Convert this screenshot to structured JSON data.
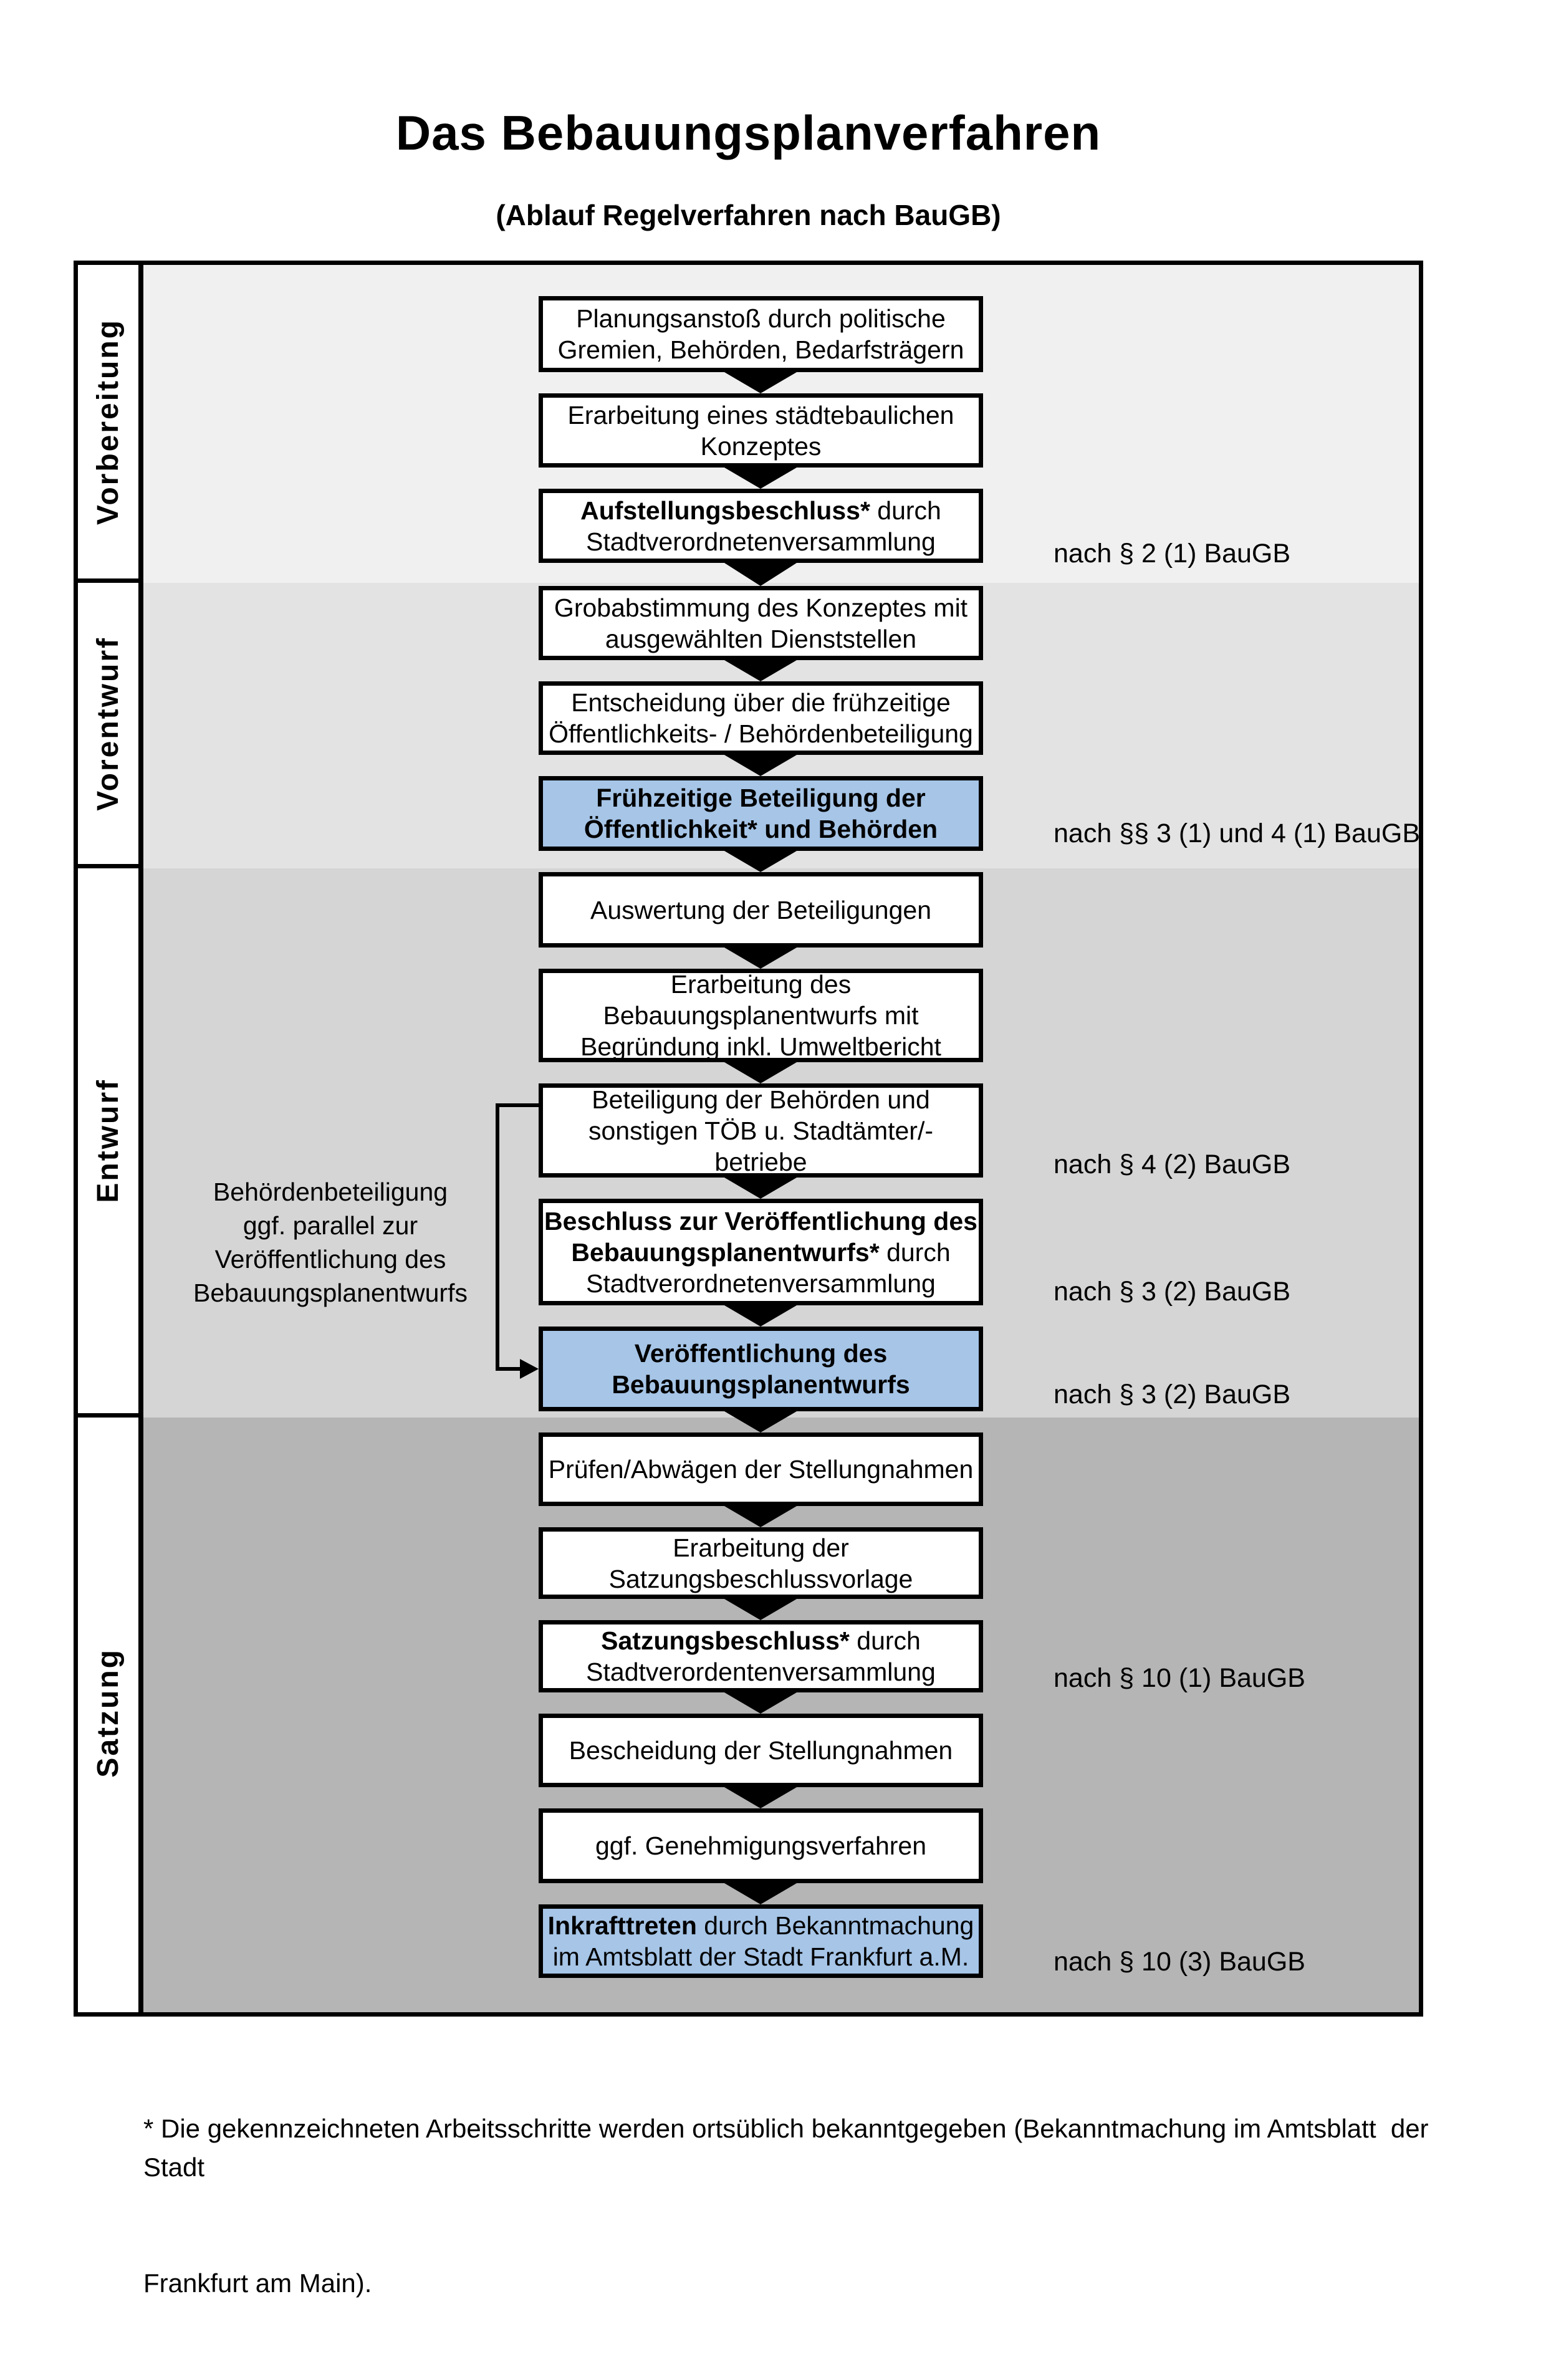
{
  "title": "Das Bebauungsplanverfahren",
  "subtitle": "(Ablauf Regelverfahren nach BauGB)",
  "colors": {
    "highlight_blue": "#a6c5e7",
    "band_vorbereitung": "#f0f0f0",
    "band_vorentwurf": "#e3e3e3",
    "band_entwurf": "#d5d5d5",
    "band_satzung": "#b5b5b5"
  },
  "phases": [
    {
      "label": "Vorbereitung"
    },
    {
      "label": "Vorentwurf"
    },
    {
      "label": "Entwurf"
    },
    {
      "label": "Satzung"
    }
  ],
  "flow": {
    "boxes": [
      {
        "lines": [
          {
            "r": "Planungsanstoß durch politische"
          },
          {
            "r": "Gremien, Behörden, Bedarfsträgern"
          }
        ]
      },
      {
        "lines": [
          {
            "r": "Erarbeitung eines städtebaulichen"
          },
          {
            "r": "Konzeptes"
          }
        ]
      },
      {
        "lines": [
          {
            "b": "Aufstellungsbeschluss*",
            "r": " durch"
          },
          {
            "r": "Stadtverordnetenversammlung"
          }
        ]
      },
      {
        "lines": [
          {
            "r": "Grobabstimmung des Konzeptes mit"
          },
          {
            "r": "ausgewählten Dienststellen"
          }
        ]
      },
      {
        "lines": [
          {
            "r": "Entscheidung über die frühzeitige"
          },
          {
            "r": "Öffentlichkeits- / Behördenbeteiligung"
          }
        ]
      },
      {
        "highlighted": true,
        "lines": [
          {
            "b": "Frühzeitige Beteiligung der"
          },
          {
            "b": "Öffentlichkeit* und Behörden"
          }
        ]
      },
      {
        "lines": [
          {
            "r": "Auswertung der Beteiligungen"
          }
        ]
      },
      {
        "lines": [
          {
            "r": "Erarbeitung des"
          },
          {
            "r": "Bebauungsplanentwurfs mit"
          },
          {
            "r": "Begründung inkl. Umweltbericht"
          }
        ]
      },
      {
        "lines": [
          {
            "r": "Beteiligung der Behörden und"
          },
          {
            "r": "sonstigen TÖB u. Stadtämter/-betriebe"
          }
        ]
      },
      {
        "lines": [
          {
            "b": "Beschluss zur Veröffentlichung des"
          },
          {
            "b": "Bebauungsplanentwurfs*",
            "r": " durch"
          },
          {
            "r": "Stadtverordnetenversammlung"
          }
        ]
      },
      {
        "highlighted": true,
        "lines": [
          {
            "b": "Veröffentlichung des"
          },
          {
            "b": "Bebauungsplanentwurfs"
          }
        ]
      },
      {
        "lines": [
          {
            "r": "Prüfen/Abwägen der Stellungnahmen"
          }
        ]
      },
      {
        "lines": [
          {
            "r": "Erarbeitung der"
          },
          {
            "r": "Satzungsbeschlussvorlage"
          }
        ]
      },
      {
        "lines": [
          {
            "b": "Satzungsbeschluss*",
            "r": " durch"
          },
          {
            "r": "Stadtverordentenversammlung"
          }
        ]
      },
      {
        "lines": [
          {
            "r": "Bescheidung der Stellungnahmen"
          }
        ]
      },
      {
        "lines": [
          {
            "r": "ggf. Genehmigungsverfahren"
          }
        ]
      },
      {
        "highlighted": true,
        "lines": [
          {
            "b": "Inkrafttreten",
            "r": " durch Bekanntmachung"
          },
          {
            "r": "im Amtsblatt der Stadt Frankfurt a.M."
          }
        ]
      }
    ]
  },
  "annotations": [
    {
      "text": "nach § 2 (1) BauGB"
    },
    {
      "text": "nach §§ 3 (1) und 4 (1) BauGB"
    },
    {
      "text": "nach § 4 (2) BauGB"
    },
    {
      "text": "nach § 3 (2) BauGB"
    },
    {
      "text": "nach § 3 (2) BauGB"
    },
    {
      "text": "nach § 10 (1) BauGB"
    },
    {
      "text": "nach § 10 (3) BauGB"
    }
  ],
  "side_note": {
    "lines": [
      "Behördenbeteiligung",
      "ggf. parallel zur",
      "Veröffentlichung des",
      "Bebauungsplanentwurfs"
    ]
  },
  "footnote": {
    "lines": [
      "* Die gekennzeichneten Arbeitsschritte werden ortsüblich bekanntgegeben (Bekanntmachung im Amtsblatt  der Stadt",
      "Frankfurt am Main)."
    ]
  }
}
